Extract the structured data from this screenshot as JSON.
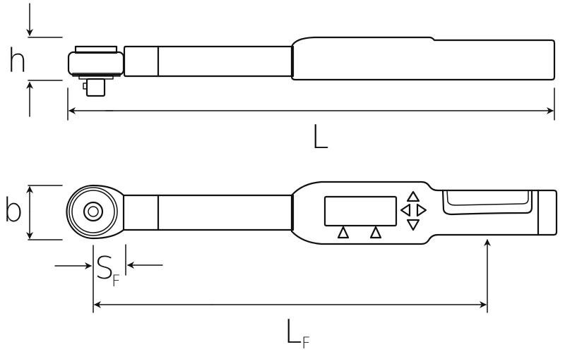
{
  "labels": {
    "h": "h",
    "L": "L",
    "b": "b",
    "SF_main": "S",
    "SF_sub": "F",
    "LF_main": "L",
    "LF_sub": "F"
  },
  "colors": {
    "line": "#111111",
    "background": "#ffffff"
  }
}
